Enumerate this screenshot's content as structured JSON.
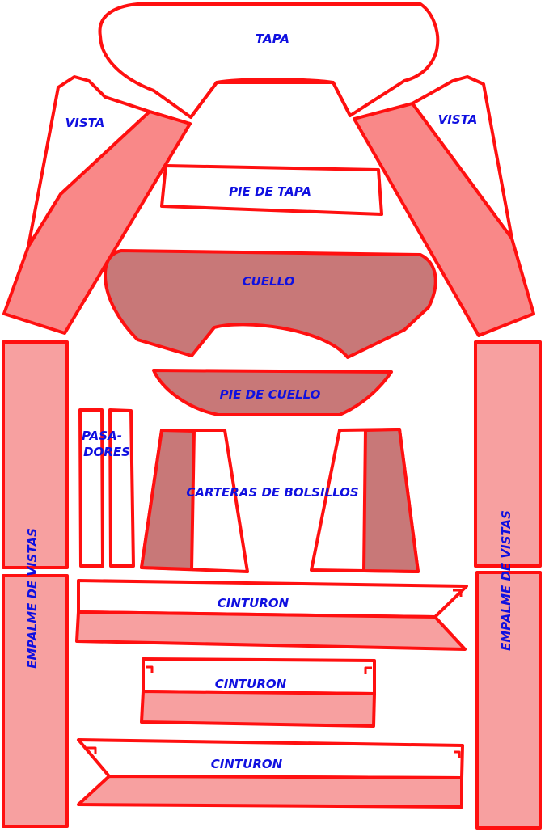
{
  "title": "Sewing pattern pieces",
  "labels": {
    "tapa": "TAPA",
    "vista_left": "VISTA",
    "vista_right": "VISTA",
    "pie_de_tapa": "PIE DE TAPA",
    "cuello": "CUELLO",
    "pie_de_cuello": "PIE DE CUELLO",
    "pasadores_1": "PASA-",
    "pasadores_2": "DORES",
    "carteras": "CARTERAS DE BOLSILLOS",
    "empalme_left": "EMPALME DE VISTAS",
    "empalme_right": "EMPALME DE VISTAS",
    "cinturon_1": "CINTURON",
    "cinturon_2": "CINTURON",
    "cinturon_3": "CINTURON"
  },
  "colors": {
    "outline": "#ff1010",
    "dark_fill": "#c87878",
    "vista_fill": "#f98888",
    "light_fill": "#f7a0a0",
    "label": "#1010e0"
  }
}
